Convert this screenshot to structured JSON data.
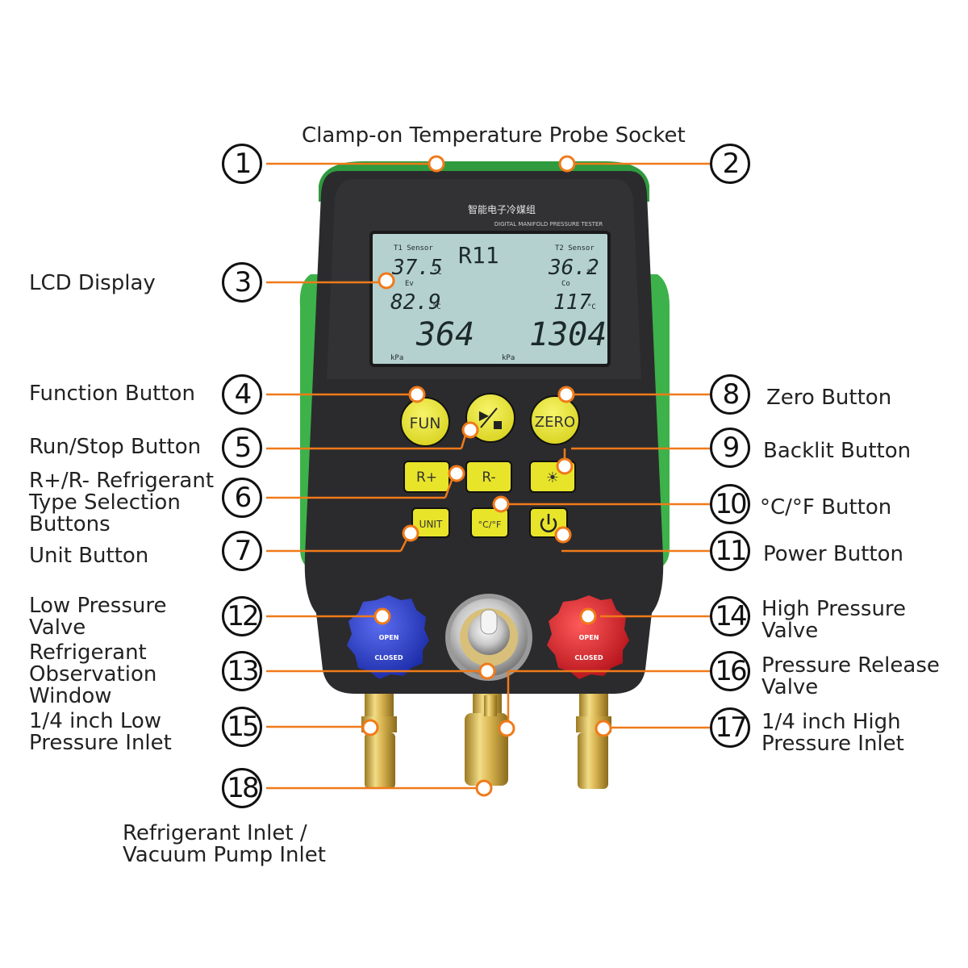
{
  "device": {
    "header_cn": "智能电子冷媒组",
    "header_en": "DIGITAL MANIFOLD PRESSURE TESTER",
    "lcd": {
      "t1_label": "T1 Sensor",
      "t1_value": "37.5",
      "t1_unit": "°C",
      "refrigerant": "R11",
      "t2_label": "T2 Sensor",
      "t2_value": "36.2",
      "t2_unit": "°C",
      "ev_label": "Ev",
      "ev_value": "82.9",
      "ev_unit": "°C",
      "co_label": "Co",
      "co_value": "117",
      "co_unit": "°C",
      "low_pressure": "364",
      "high_pressure": "1304",
      "low_unit": "kPa",
      "high_unit": "kPa"
    },
    "buttons": {
      "fun": "FUN",
      "zero": "ZERO",
      "r_plus": "R+",
      "r_minus": "R-",
      "unit": "UNIT",
      "cf": "°C/°F"
    },
    "valve_open": "OPEN",
    "valve_closed": "CLOSED"
  },
  "callouts": {
    "top_title": "Clamp-on Temperature Probe Socket",
    "n1": "1",
    "n2": "2",
    "n3": "3",
    "n4": "4",
    "n5": "5",
    "n6": "6",
    "n7": "7",
    "n8": "8",
    "n9": "9",
    "n10": "10",
    "n11": "11",
    "n12": "12",
    "n13": "13",
    "n14": "14",
    "n15": "15",
    "n16": "16",
    "n17": "17",
    "n18": "18",
    "lcd_display": "LCD Display",
    "function_button": "Function Button",
    "run_stop_button": "Run/Stop Button",
    "rr_line1": "R+/R- Refrigerant",
    "rr_line2": "Type Selection",
    "rr_line3": "Buttons",
    "unit_button": "Unit Button",
    "low_valve_line1": "Low Pressure",
    "low_valve_line2": "Valve",
    "obs_line1": "Refrigerant",
    "obs_line2": "Observation",
    "obs_line3": "Window",
    "low_inlet_line1": "1/4 inch Low",
    "low_inlet_line2": "Pressure Inlet",
    "bottom_line1": "Refrigerant Inlet /",
    "bottom_line2": "Vacuum Pump Inlet",
    "zero_button": "Zero Button",
    "backlit_button": "Backlit Button",
    "cf_button": "°C/°F Button",
    "power_button": "Power Button",
    "high_valve_line1": "High Pressure",
    "high_valve_line2": "Valve",
    "release_line1": "Pressure Release",
    "release_line2": "Valve",
    "high_inlet_line1": "1/4 inch High",
    "high_inlet_line2": "Pressure Inlet"
  },
  "colors": {
    "accent_orange": "#f07a1a",
    "body_black": "#2b2b2d",
    "bumper_green": "#3db24a",
    "button_yellow": "#e8e42a",
    "lcd_bg": "#b5d1cf",
    "low_knob_blue": "#2b3fd0",
    "high_knob_red": "#e5202a",
    "brass": "#d6b24e"
  }
}
